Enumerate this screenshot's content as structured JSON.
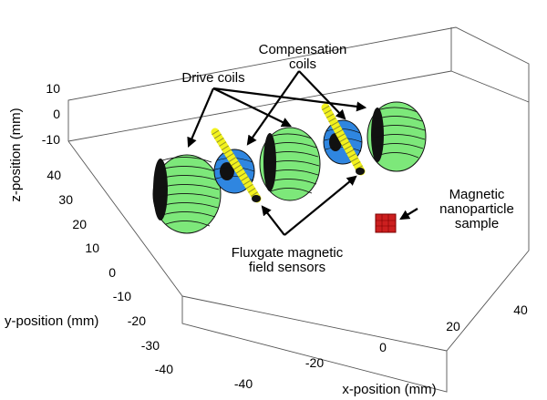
{
  "axes": {
    "xlabel": "x-position (mm)",
    "ylabel": "y-position (mm)",
    "zlabel": "z-position (mm)",
    "x_ticks": [
      "-40",
      "-20",
      "0",
      "20",
      "40"
    ],
    "y_ticks": [
      "40",
      "30",
      "20",
      "10",
      "0",
      "-10",
      "-20",
      "-30",
      "-40"
    ],
    "z_ticks": [
      "10",
      "0",
      "-10"
    ]
  },
  "annotations": {
    "drive_coils": "Drive coils",
    "compensation_line1": "Compensation",
    "compensation_line2": "coils",
    "fluxgate_line1": "Fluxgate magnetic",
    "fluxgate_line2": "field sensors",
    "sample_line1": "Magnetic",
    "sample_line2": "nanoparticle",
    "sample_line3": "sample"
  },
  "colors": {
    "drive_coil": "#7de87a",
    "compensation_coil": "#2f86e0",
    "sensor": "#f2f21e",
    "sample": "#cc1f1f"
  }
}
